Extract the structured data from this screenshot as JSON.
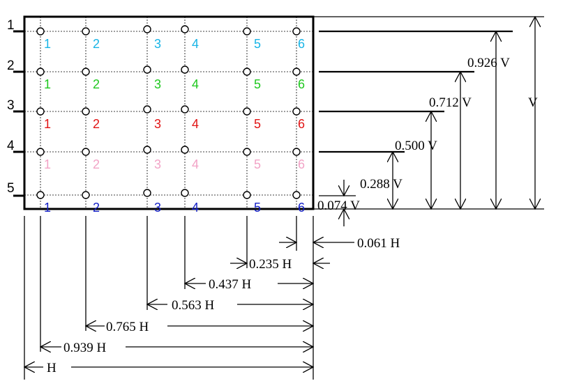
{
  "rows": [
    {
      "label": "1",
      "color": "#18b4e6",
      "numbers": [
        "1",
        "2",
        "3",
        "4",
        "5",
        "6"
      ]
    },
    {
      "label": "2",
      "color": "#1ec81e",
      "numbers": [
        "1",
        "2",
        "3",
        "4",
        "5",
        "6"
      ]
    },
    {
      "label": "3",
      "color": "#e11414",
      "numbers": [
        "1",
        "2",
        "3",
        "4",
        "5",
        "6"
      ]
    },
    {
      "label": "4",
      "color": "#f2a3c6",
      "numbers": [
        "1",
        "2",
        "3",
        "4",
        "5",
        "6"
      ]
    },
    {
      "label": "5",
      "color": "#1420c8",
      "numbers": [
        "1",
        "2",
        "3",
        "4",
        "5",
        "6"
      ]
    }
  ],
  "vertical_dimensions": [
    "0.074 V",
    "0.288 V",
    "0.500 V",
    "0.712 V",
    "0.926 V",
    "V"
  ],
  "horizontal_dimensions": [
    "0.061 H",
    "0.235 H",
    "0.437 H",
    "0.563 H",
    "0.765 H",
    "0.939 H",
    "H"
  ]
}
